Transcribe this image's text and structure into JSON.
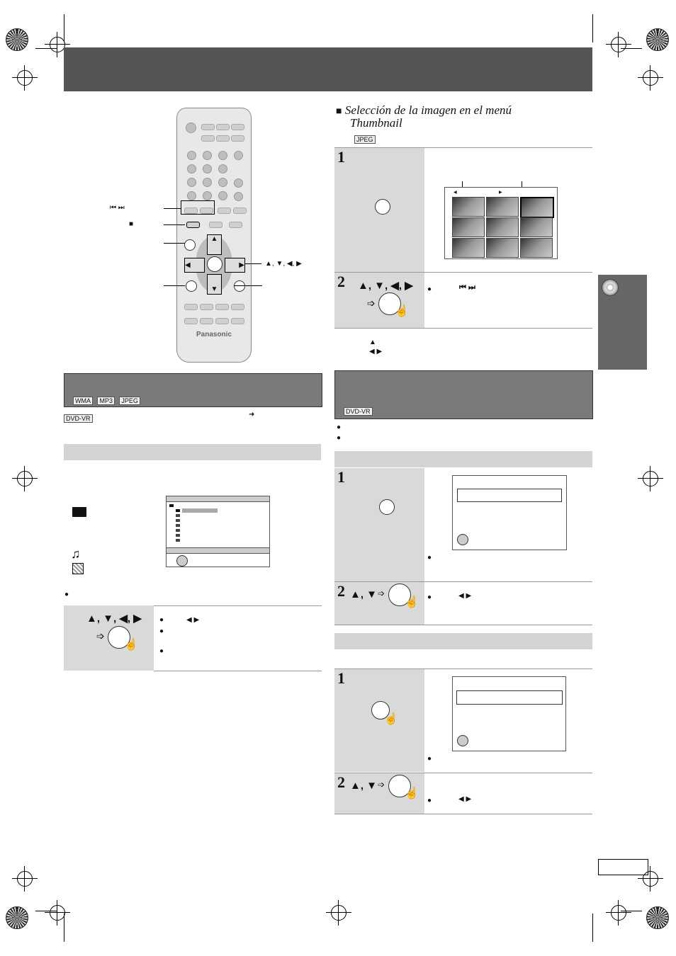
{
  "header": {
    "title": ""
  },
  "remote": {
    "brand": "Panasonic",
    "labels": {
      "skip": "⏮ ⏭",
      "stop": "■",
      "cursor": "▲, ▼, ◀, ▶"
    }
  },
  "left": {
    "section_tags": [
      "WMA",
      "MP3",
      "JPEG"
    ],
    "dvdvr_tag": "DVD-VR",
    "dvdvr_arrow": "➜",
    "step_arrows": "▲, ▼, ◀, ▶",
    "step_bullet_arrows": "◀ ▶"
  },
  "thumbnail_section": {
    "title_line1": "Selección de la imagen en el menú",
    "title_line2": "Thumbnail",
    "tag": "JPEG",
    "step1_num": "1",
    "step2_num": "2",
    "step2_arrows": "▲, ▼, ◀, ▶",
    "step2_bullet": "⏮ ⏭",
    "note_up": "▲",
    "note_lr": "◀ ▶"
  },
  "dvdvr_section": {
    "tag": "DVD-VR",
    "a_step1": "1",
    "a_step2": "2",
    "a_step2_arrows": "▲, ▼",
    "a_step2_bullet": "◀ ▶",
    "b_step1": "1",
    "b_step2": "2",
    "b_step2_arrows": "▲, ▼",
    "b_step2_bullet": "◀ ▶"
  }
}
